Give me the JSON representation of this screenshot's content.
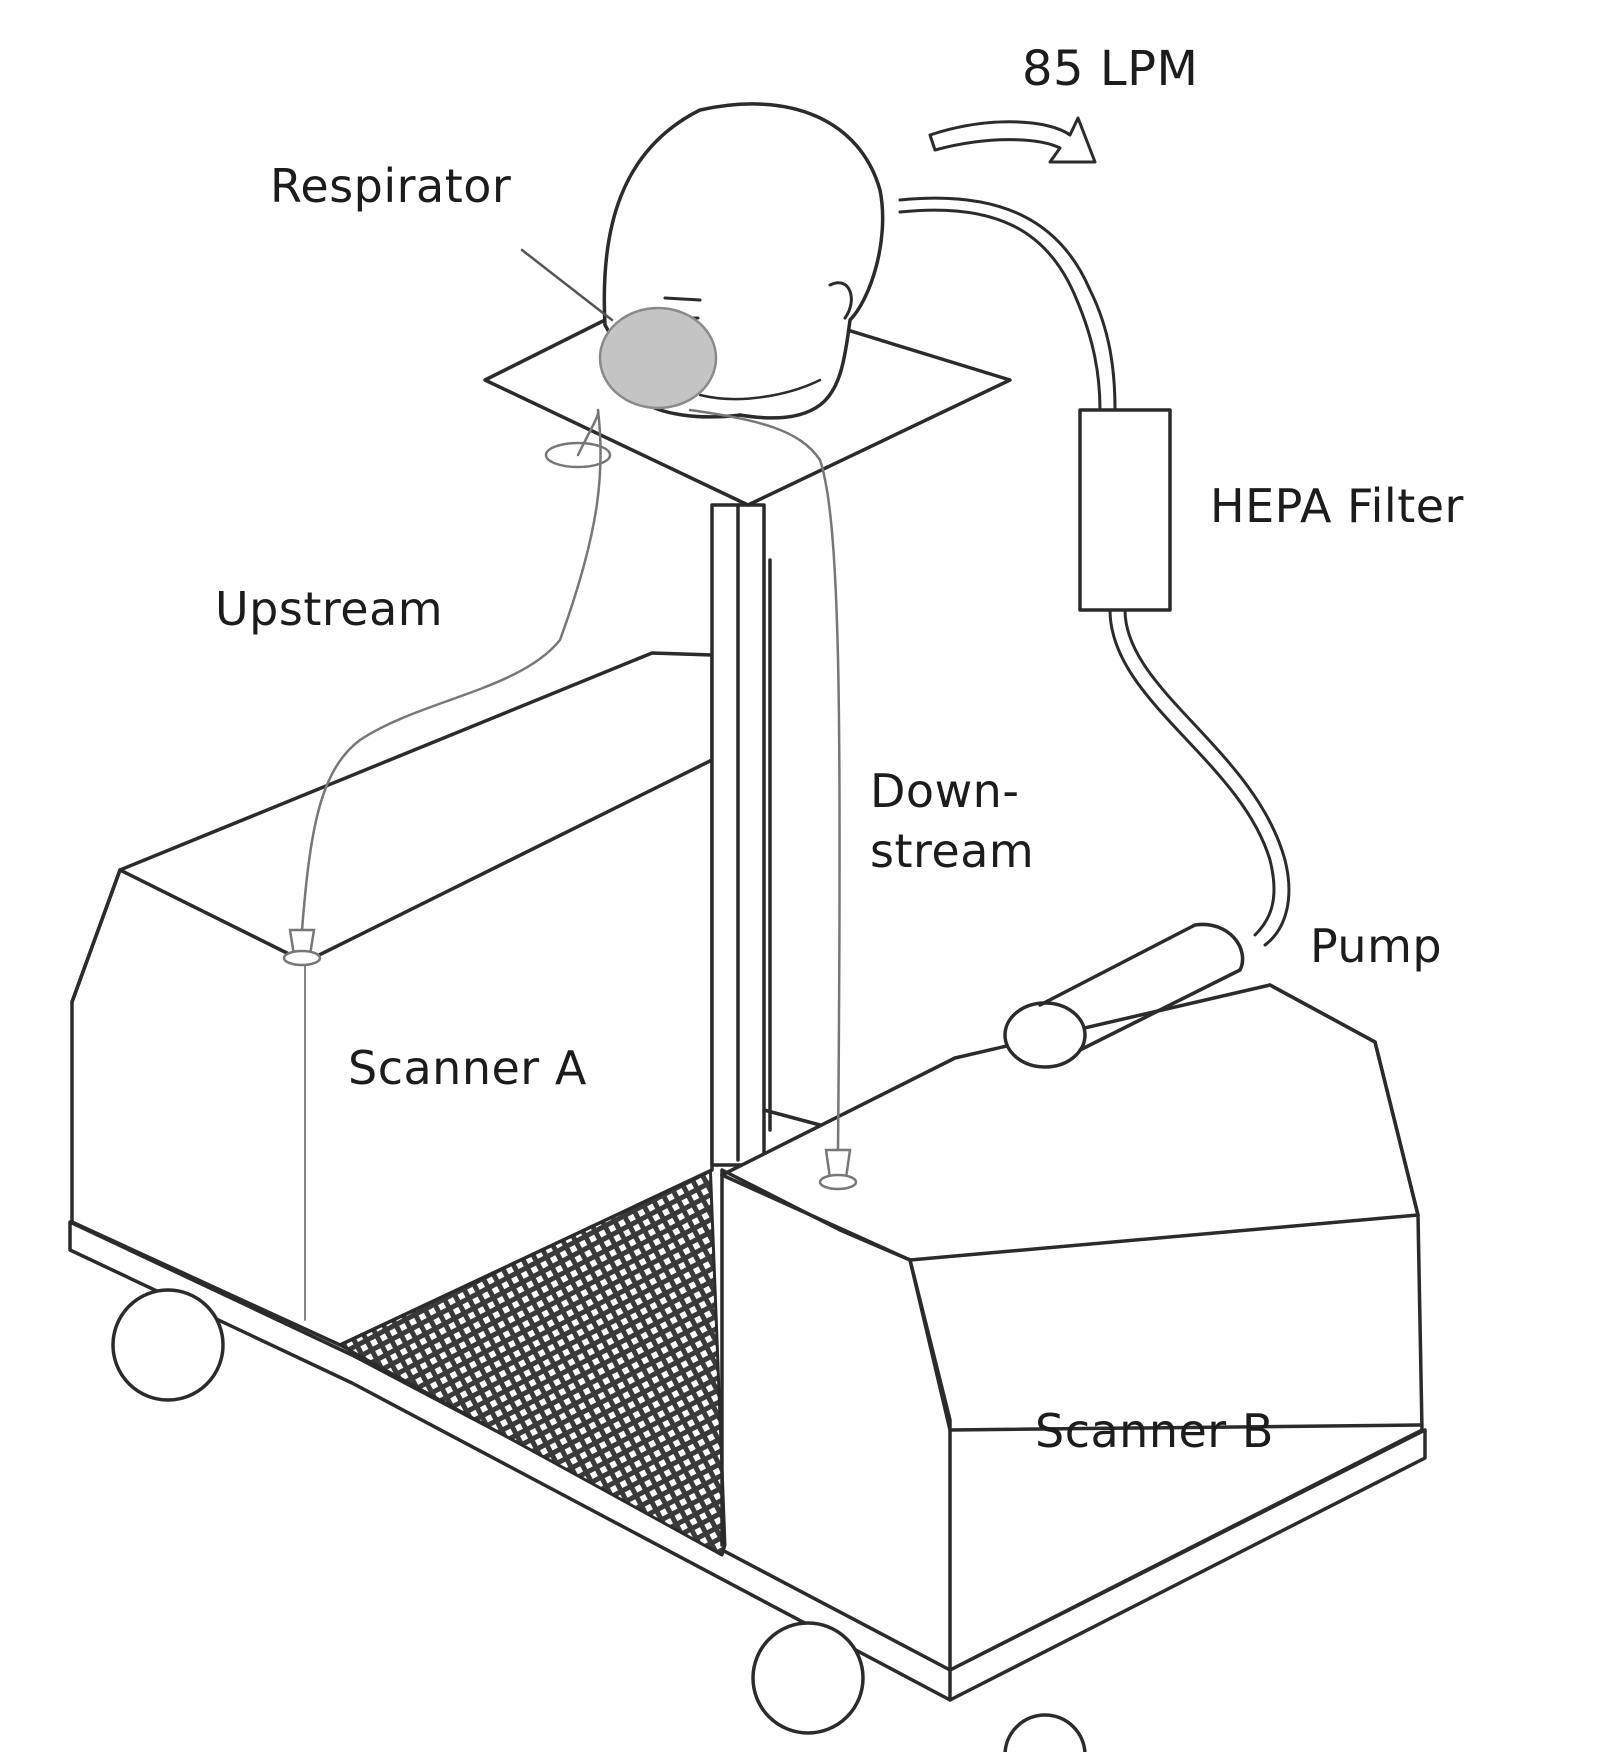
{
  "labels": {
    "flow_rate": "85 LPM",
    "respirator": "Respirator",
    "hepa_filter": "HEPA Filter",
    "upstream": "Upstream",
    "downstream": "Down-\nstream",
    "pump": "Pump",
    "scanner_a": "Scanner A",
    "scanner_b": "Scanner B"
  },
  "colors": {
    "line": "#2b2b2b",
    "thin_line": "#777777",
    "mask": "#c4c4c4",
    "hatch": "#3a3a3a",
    "background": "#ffffff"
  }
}
